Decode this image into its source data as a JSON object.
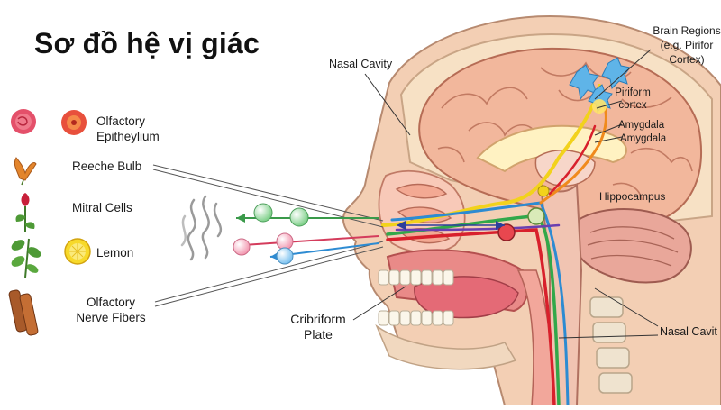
{
  "title": "Sơ đồ hệ vị giác",
  "legend": {
    "olfactory_epithelium": "Olfactory\nEpitheylium",
    "reeche_bulb": "Reeche Bulb",
    "mitral_cells": "Mitral Cells",
    "lemon": "Lemon",
    "olfactory_nerve_fibers": "Olfactory\nNerve Fibers"
  },
  "anatomy": {
    "nasal_cavity_top": "Nasal Cavity",
    "brain_regions": "Brain Regions\n(e.g. Pirifor\nCortex)",
    "piriform_cortex": "Piriform\ncortex",
    "amygdala_1": "Amygdala",
    "amygdala_2": "Amygdala",
    "hippocampus": "Hippocampus",
    "cribriform_plate": "Cribriform\nPlate",
    "nasal_cavity_bottom": "Nasal Cavit"
  },
  "colors": {
    "skin": "#f3cfb4",
    "brain": "#f2b79c",
    "tract_yellow": "#f2d21c",
    "tract_green": "#32a84a",
    "tract_red": "#d8202c",
    "tract_blue": "#2d8bd2",
    "tract_purple": "#6a3fb0"
  },
  "icons": [
    "rose-icon",
    "red-flower-icon",
    "lily-icon",
    "rosebud-icon",
    "leaf-sprig-icon",
    "lemon-icon",
    "cinnamon-stick-icon",
    "smoke-icon",
    "brain-region-neuron-icon"
  ]
}
